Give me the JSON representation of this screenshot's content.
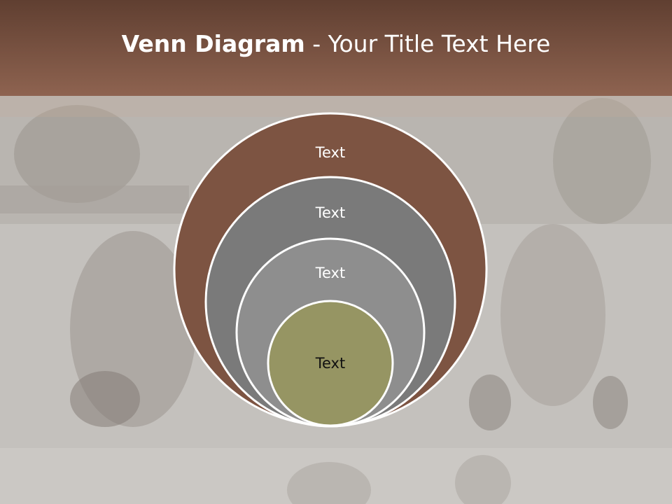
{
  "title": {
    "bold": "Venn Diagram",
    "rest": " - Your Title Text Here"
  },
  "circles": [
    {
      "label": "Text",
      "fill": "#7d5442",
      "text_color": "#ffffff"
    },
    {
      "label": "Text",
      "fill": "#7a7a7a",
      "text_color": "#ffffff"
    },
    {
      "label": "Text",
      "fill": "#8e8e8e",
      "text_color": "#ffffff"
    },
    {
      "label": "Text",
      "fill": "#969563",
      "text_color": "#111111"
    }
  ],
  "colors": {
    "title_bar": "#7a5240",
    "background": "#c9c6c2",
    "circle_outline": "#ffffff"
  }
}
